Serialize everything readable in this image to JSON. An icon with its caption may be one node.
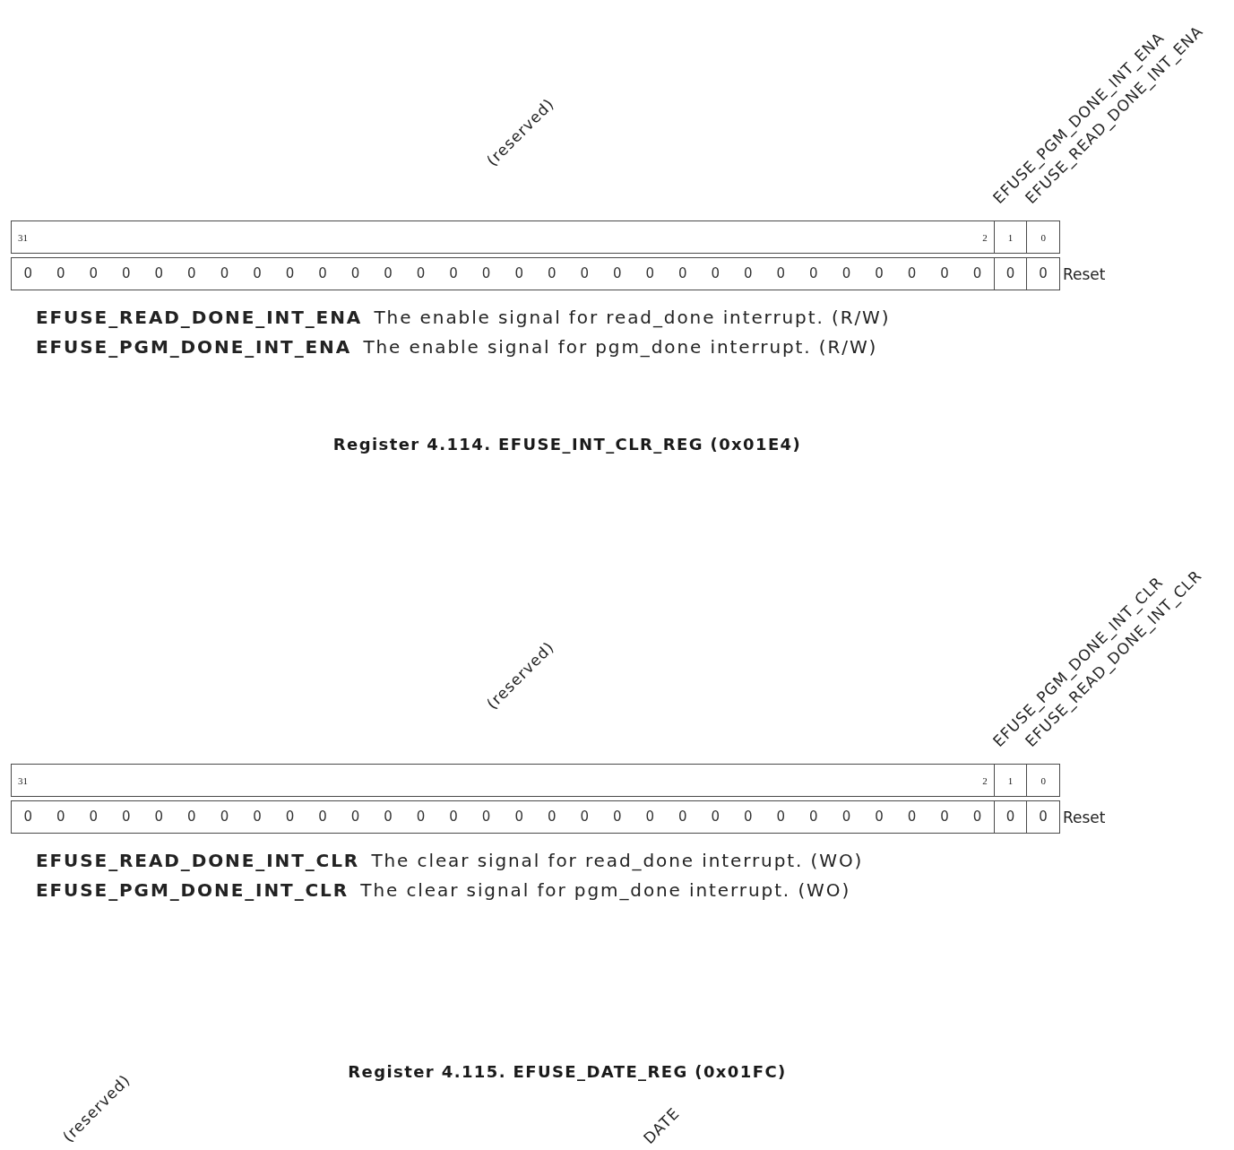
{
  "diagram": {
    "nodes": [
      {
        "text": [
          "31",
          "2"
        ],
        "beside": [
          "(reserved)"
        ]
      },
      {
        "text": [
          "1"
        ],
        "beside": [
          "EFUSE_PGM_DONE_INT_ENA"
        ]
      },
      {
        "text": [
          "0"
        ],
        "beside": [
          "EFUSE_READ_DONE_INT_ENA"
        ]
      },
      {
        "text": [
          "0",
          "0",
          "0",
          "0",
          "0",
          "0",
          "0",
          "0",
          "0",
          "0",
          "0",
          "0",
          "0",
          "0",
          "0",
          "0",
          "0",
          "0",
          "0",
          "0",
          "0",
          "0",
          "0",
          "0",
          "0",
          "0",
          "0",
          "0",
          "0",
          "0"
        ]
      },
      {
        "text": [
          "0"
        ]
      },
      {
        "text": [
          "0"
        ]
      },
      {
        "text": [
          "31",
          "2"
        ],
        "beside": [
          "(reserved)"
        ]
      },
      {
        "text": [
          "1"
        ],
        "beside": [
          "EFUSE_PGM_DONE_INT_CLR"
        ]
      },
      {
        "text": [
          "0"
        ],
        "beside": [
          "EFUSE_READ_DONE_INT_CLR"
        ]
      },
      {
        "text": [
          "0",
          "0",
          "0",
          "0",
          "0",
          "0",
          "0",
          "0",
          "0",
          "0",
          "0",
          "0",
          "0",
          "0",
          "0",
          "0",
          "0",
          "0",
          "0",
          "0",
          "0",
          "0",
          "0",
          "0",
          "0",
          "0",
          "0",
          "0",
          "0",
          "0"
        ]
      },
      {
        "text": [
          "0"
        ]
      },
      {
        "text": [
          "0"
        ]
      }
    ],
    "labels": [
      "Reset",
      "**EFUSE_READ_DONE_INT_ENA** The enable signal for read_done interrupt. (R/W)",
      "**EFUSE_PGM_DONE_INT_ENA** The enable signal for pgm_done interrupt. (R/W)",
      "Register 4.114. EFUSE_INT_CLR_REG (0x01E4)",
      "Reset",
      "**EFUSE_READ_DONE_INT_CLR** The clear signal for read_done interrupt. (WO)",
      "**EFUSE_PGM_DONE_INT_CLR** The clear signal for pgm_done interrupt. (WO)",
      "Register 4.115. EFUSE_DATE_REG (0x01FC)",
      "(reserved)",
      "DATE"
    ]
  }
}
